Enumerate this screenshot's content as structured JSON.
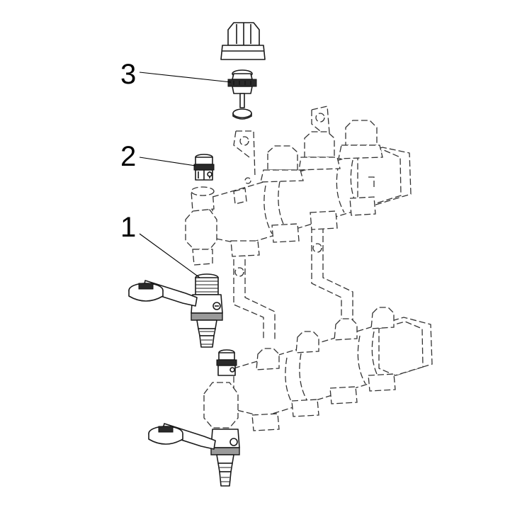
{
  "callouts": [
    {
      "number": "1",
      "part": "drain-valve"
    },
    {
      "number": "2",
      "part": "air-vent"
    },
    {
      "number": "3",
      "part": "valve-insert"
    }
  ],
  "colors": {
    "line": "#1a1a1a",
    "background": "#ffffff",
    "shade": "#9a9a9a"
  }
}
